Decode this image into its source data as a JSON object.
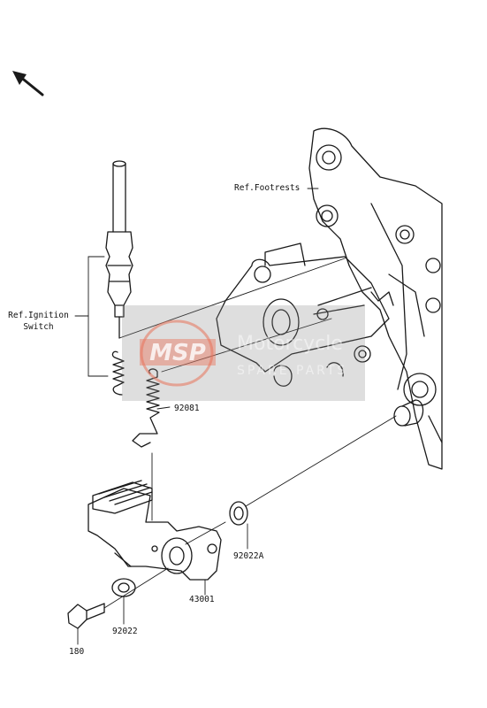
{
  "labels": {
    "ref_footrests": "Ref.Footrests",
    "ref_ignition_line1": "Ref.Ignition",
    "ref_ignition_line2": "Switch",
    "part_92081": "92081",
    "part_92022A": "92022A",
    "part_43001": "43001",
    "part_92022": "92022",
    "part_180": "180"
  },
  "watermark": {
    "logo_text": "MSP",
    "brand_text": "Motorcycle",
    "sub_text": "SPARE PARTS"
  },
  "colors": {
    "line": "#1a1a1a",
    "watermark_band": "#8a8a8a",
    "watermark_logo": "#e8735a"
  },
  "icons": {
    "direction_arrow": "arrow-up-left-icon"
  }
}
